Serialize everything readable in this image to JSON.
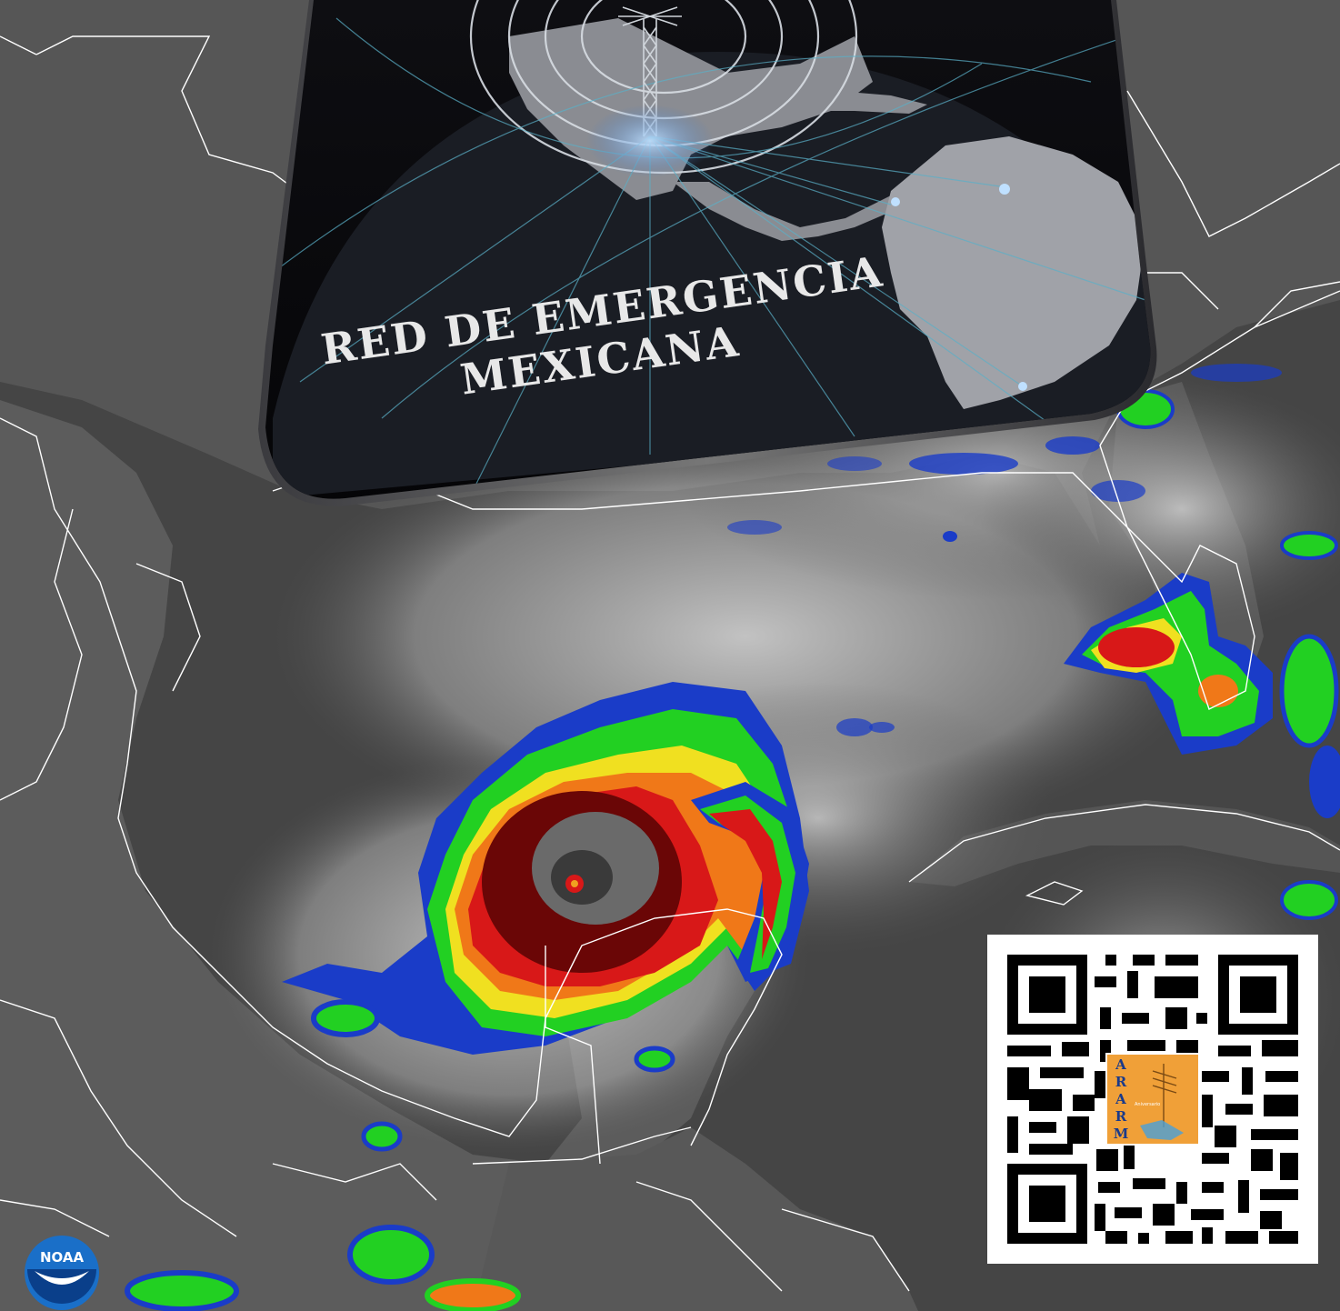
{
  "banner": {
    "title_line1": "RED DE EMERGENCIA",
    "title_line2": "MEXICANA"
  },
  "map": {
    "subject": "hurricane-satellite-infrared",
    "colors": {
      "background": "#3a3a3a",
      "cloud": "#cfcfcf",
      "coastline": "#ffffff",
      "storm_blue": "#1a3cc8",
      "storm_green": "#22d022",
      "storm_yellow": "#f0e020",
      "storm_red": "#d81818",
      "storm_darkred": "#6a0606"
    }
  },
  "qr": {
    "logo": {
      "letters": [
        "A",
        "R",
        "A",
        "R",
        "M"
      ],
      "subtitle": "Aniversario"
    }
  },
  "noaa": {
    "label": "NOAA"
  }
}
